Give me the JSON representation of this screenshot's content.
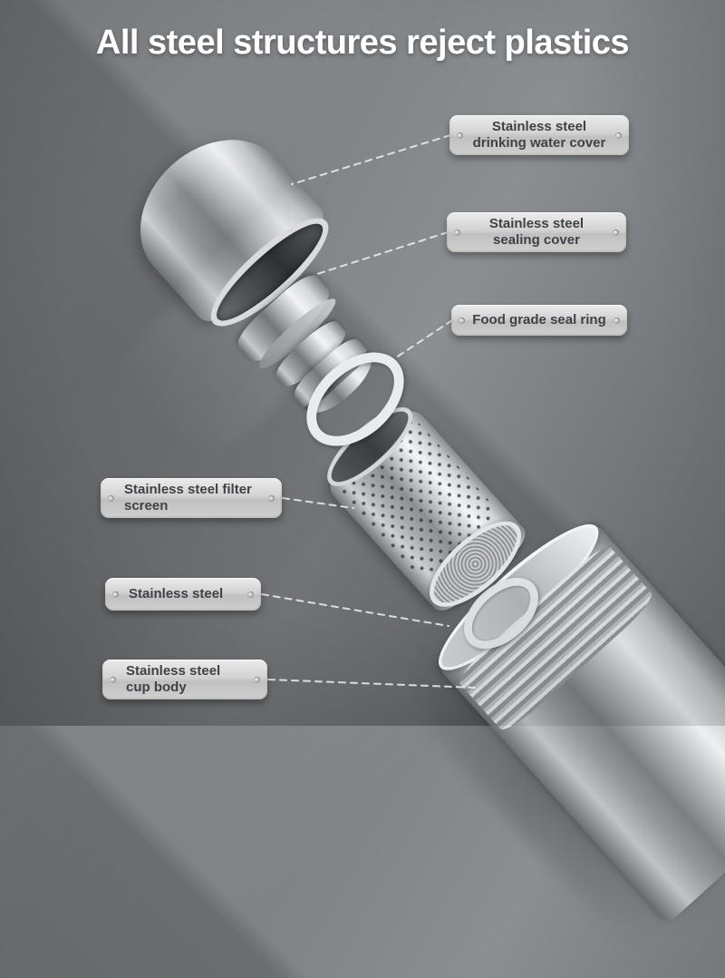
{
  "title": "All steel structures reject plastics",
  "labels": {
    "drinking_cover": {
      "text": "Stainless steel\ndrinking water cover"
    },
    "sealing_cover": {
      "text": "Stainless steel\nsealing cover"
    },
    "seal_ring": {
      "text": "Food grade seal ring"
    },
    "filter_screen": {
      "text": "Stainless steel filter\nscreen"
    },
    "stainless_steel": {
      "text": "Stainless steel"
    },
    "cup_body": {
      "text": "Stainless steel\ncup body"
    }
  },
  "colors": {
    "background": "#7c7f82",
    "label_plate": "#d6d6d6",
    "title_text": "#ffffff",
    "connector_line": "#f0f0f0"
  }
}
